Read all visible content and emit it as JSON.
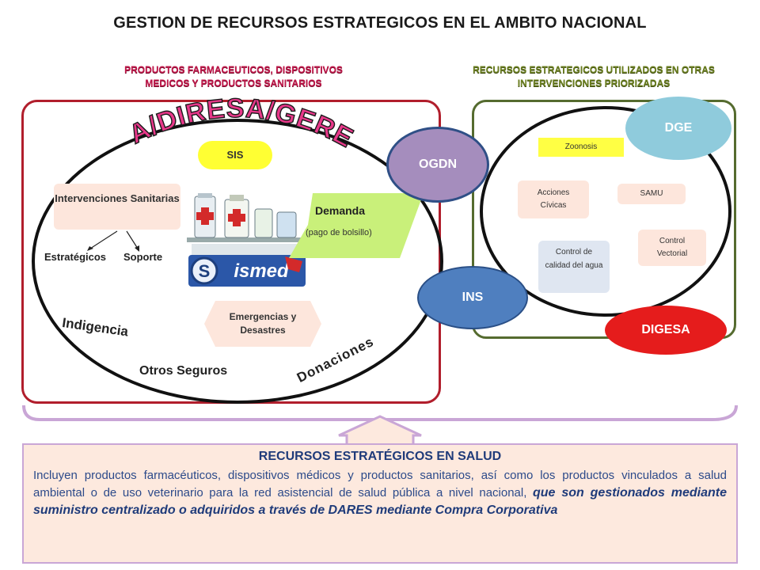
{
  "title": "GESTION DE RECURSOS ESTRATEGICOS EN EL AMBITO NACIONAL",
  "left_header": "PRODUCTOS FARMACEUTICOS, DISPOSITIVOS MEDICOS Y PRODUCTOS SANITARIOS",
  "right_header": "RECURSOS ESTRATEGICOS UTILIZADOS EN OTRAS INTERVENCIONES PRIORIZADAS",
  "left": {
    "disa_label": "DISA/DIRESA/GERESA",
    "sis": "SIS",
    "interventions": "Intervenciones Sanitarias",
    "estrategicos": "Estratégicos",
    "soporte": "Soporte",
    "demanda": "Demanda",
    "demanda_sub": "(pago de bolsillo)",
    "ismed_logo": "ismed",
    "emergencias": "Emergencias y Desastres",
    "indigencia": "Indigencia",
    "otros_seguros": "Otros Seguros",
    "donaciones": "Donaciones"
  },
  "connectors": {
    "ogdn": "OGDN",
    "ins": "INS"
  },
  "right": {
    "dge": "DGE",
    "digesa": "DIGESA",
    "zoonosis": "Zoonosis",
    "acciones": "Acciones Cívicas",
    "samu": "SAMU",
    "control_vectorial": "Control Vectorial",
    "control_agua": "Control de calidad del agua"
  },
  "bottom": {
    "title": "RECURSOS ESTRATÉGICOS EN SALUD",
    "text_plain": "Incluyen productos farmacéuticos, dispositivos médicos y productos sanitarios, así como los productos vinculados a salud ambiental o de uso veterinario para la red asistencial de salud pública a nivel nacional, ",
    "text_emphasis": "que son gestionados mediante suministro centralizado o adquiridos a través de DARES mediante Compra Corporativa"
  },
  "colors": {
    "left_frame": "#b11e2c",
    "right_frame": "#556b2f",
    "ogdn": "#a58dbd",
    "ins": "#4f7fbf",
    "dge": "#8fcbdc",
    "digesa": "#e51c1c",
    "demanda": "#c9f07a"
  }
}
